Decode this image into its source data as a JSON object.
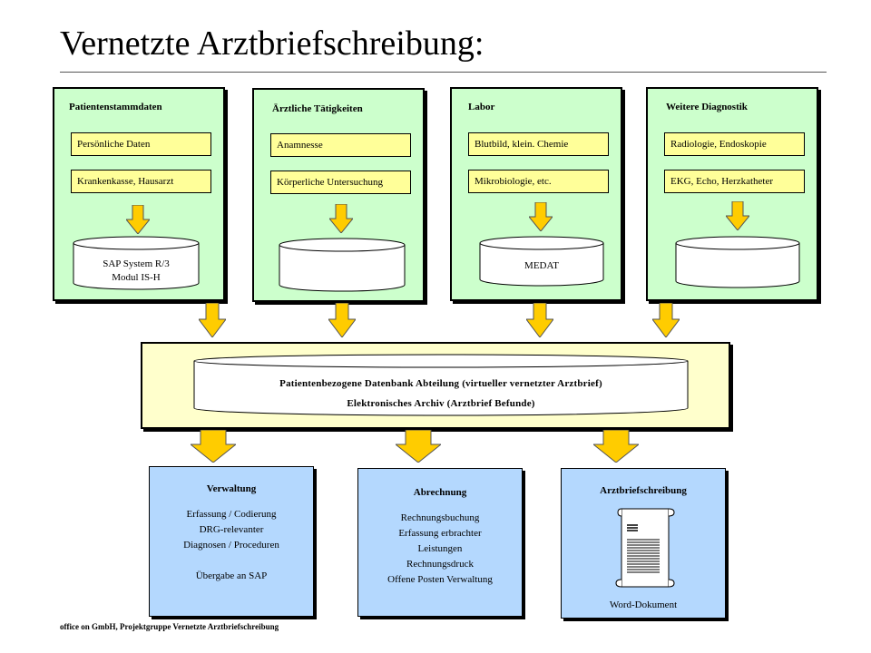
{
  "title": "Vernetzte Arztbriefschreibung:",
  "sources": [
    {
      "title": "Patientenstammdaten",
      "items": [
        "Persönliche Daten",
        "Krankenkasse, Hausarzt"
      ],
      "db": [
        "SAP System R/3",
        "Modul IS-H"
      ]
    },
    {
      "title": "Ärztliche Tätigkeiten",
      "items": [
        "Anamnesse",
        "Körperliche Untersuchung"
      ],
      "db": []
    },
    {
      "title": "Labor",
      "items": [
        "Blutbild, klein. Chemie",
        "Mikrobiologie,  etc."
      ],
      "db": [
        "MEDAT"
      ]
    },
    {
      "title": "Weitere Diagnostik",
      "items": [
        "Radiologie, Endoskopie",
        "EKG, Echo, Herzkatheter"
      ],
      "db": []
    }
  ],
  "central": {
    "line1": "Patientenbezogene Datenbank Abteilung (virtueller vernetzter Arztbrief)",
    "line2": "Elektronisches Archiv (Arztbrief Befunde)"
  },
  "outputs": [
    {
      "title": "Verwaltung",
      "lines": [
        "Erfassung / Codierung",
        "DRG-relevanter",
        "Diagnosen / Proceduren",
        "",
        "Übergabe an SAP"
      ]
    },
    {
      "title": "Abrechnung",
      "lines": [
        "Rechnungsbuchung",
        "Erfassung erbrachter",
        "Leistungen",
        "Rechnungsdruck",
        "Offene Posten Verwaltung"
      ]
    },
    {
      "title": "Arztbriefschreibung",
      "lines": [
        "Word-Dokument"
      ]
    }
  ],
  "footer": "office on GmbH, Projektgruppe Vernetzte Arztbriefschreibung",
  "colors": {
    "source_panel": "#ccffcc",
    "item_pill": "#ffff99",
    "central_box": "#ffffcc",
    "output_box": "#b4d8fe",
    "arrow": "#ffcc00"
  },
  "icons": {
    "arrow": "down-arrow-icon",
    "document": "scroll-document-icon"
  }
}
